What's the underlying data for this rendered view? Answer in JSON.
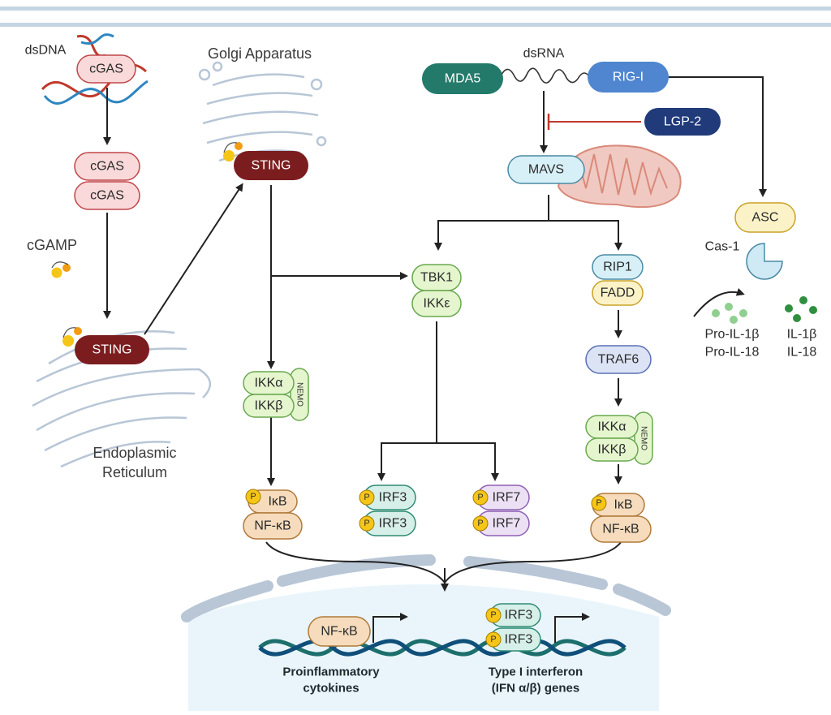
{
  "labels": {
    "dsdna": "dsDNA",
    "golgi": "Golgi Apparatus",
    "dsrna": "dsRNA",
    "cgamp": "cGAMP",
    "er_line1": "Endoplasmic",
    "er_line2": "Reticulum",
    "cas1": "Cas-1",
    "pro_il1b": "Pro-IL-1β",
    "pro_il18": "Pro-IL-18",
    "il1b": "IL-1β",
    "il18": "IL-18",
    "proinf_line1": "Proinflammatory",
    "proinf_line2": "cytokines",
    "ifn_line1": "Type I interferon",
    "ifn_line2": "(IFN α/β) genes"
  },
  "nodes": {
    "cgas_top": "cGAS",
    "cgas_dimer_1": "cGAS",
    "cgas_dimer_2": "cGAS",
    "sting_er": "STING",
    "sting_golgi": "STING",
    "mda5": "MDA5",
    "rig1": "RIG-I",
    "lgp2": "LGP-2",
    "mavs": "MAVS",
    "asc": "ASC",
    "tbk1": "TBK1",
    "ikke": "IKKε",
    "rip1": "RIP1",
    "fadd": "FADD",
    "traf6": "TRAF6",
    "ikka_left": "IKKα",
    "ikkb_left": "IKKβ",
    "nemo_left": "NEMO",
    "ikka_right": "IKKα",
    "ikkb_right": "IKKβ",
    "nemo_right": "NEMO",
    "ikb_left": "IκB",
    "nfkb_left": "NF-κB",
    "irf3_a1": "IRF3",
    "irf3_a2": "IRF3",
    "irf7_1": "IRF7",
    "irf7_2": "IRF7",
    "ikb_right": "IκB",
    "nfkb_right": "NF-κB",
    "nfkb_nucleus": "NF-κB",
    "irf3_nucleus_1": "IRF3",
    "irf3_nucleus_2": "IRF3",
    "phospho": "P"
  },
  "colors": {
    "cgas_fill": "#f9d9d9",
    "cgas_stroke": "#c0474a",
    "sting_fill": "#7b1d1f",
    "mda5_fill": "#237a6a",
    "rig1_fill": "#4f86cf",
    "lgp2_fill": "#203a7a",
    "mavs_fill": "#d7f0f7",
    "asc_fill": "#fbf2c8",
    "cas1_fill": "#cfe9f5",
    "green_fill": "#e5f6cf",
    "teal_fill": "#d6efe8",
    "purple_fill": "#ece0f5",
    "tan_fill": "#f6dcbd",
    "fadd_fill": "#fbf2c8",
    "traf6_fill": "#dce3f5",
    "phospho_fill": "#f5c518",
    "inhibit_line": "#c0392b",
    "nucleus_fill": "#eaf5fb",
    "membrane": "#b8c6d6"
  }
}
